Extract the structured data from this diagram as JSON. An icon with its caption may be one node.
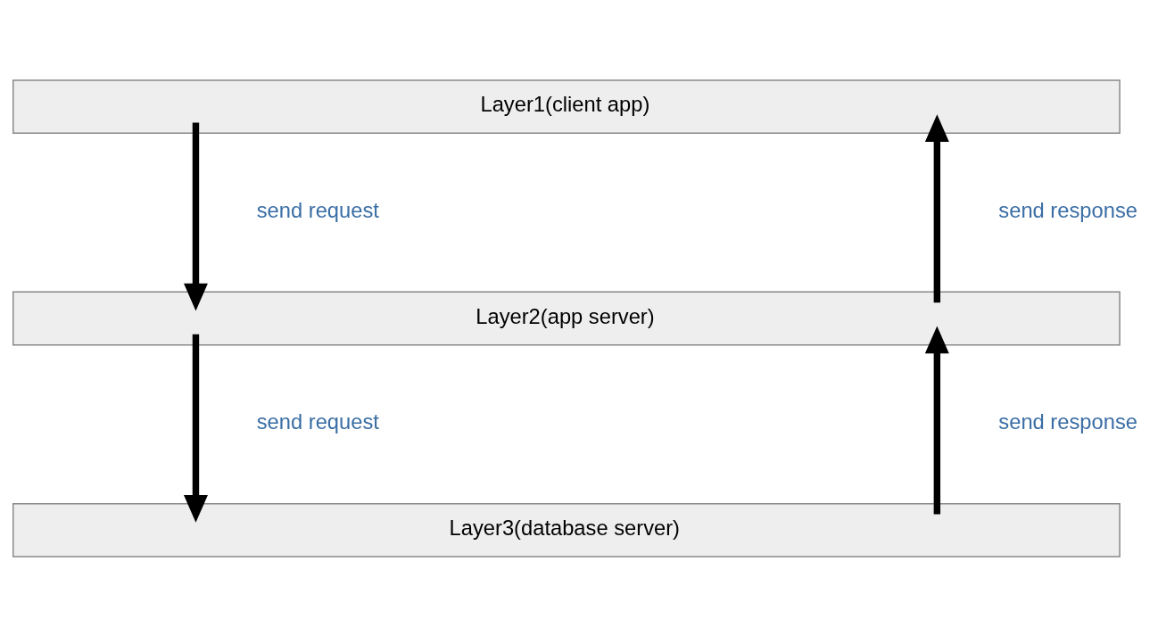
{
  "diagram": {
    "nodes": [
      {
        "text": [
          "Layer1(client app)"
        ]
      },
      {
        "text": [
          "Layer2(app server)"
        ]
      },
      {
        "text": [
          "Layer3(database server)"
        ]
      }
    ],
    "edges": [
      {
        "from": 0,
        "to": 1,
        "arrow": "to",
        "label": "send request"
      },
      {
        "from": 1,
        "to": 0,
        "arrow": "to",
        "label": "send response"
      },
      {
        "from": 1,
        "to": 2,
        "arrow": "to",
        "label": "send request"
      },
      {
        "from": 2,
        "to": 1,
        "arrow": "to",
        "label": "send response"
      }
    ]
  }
}
